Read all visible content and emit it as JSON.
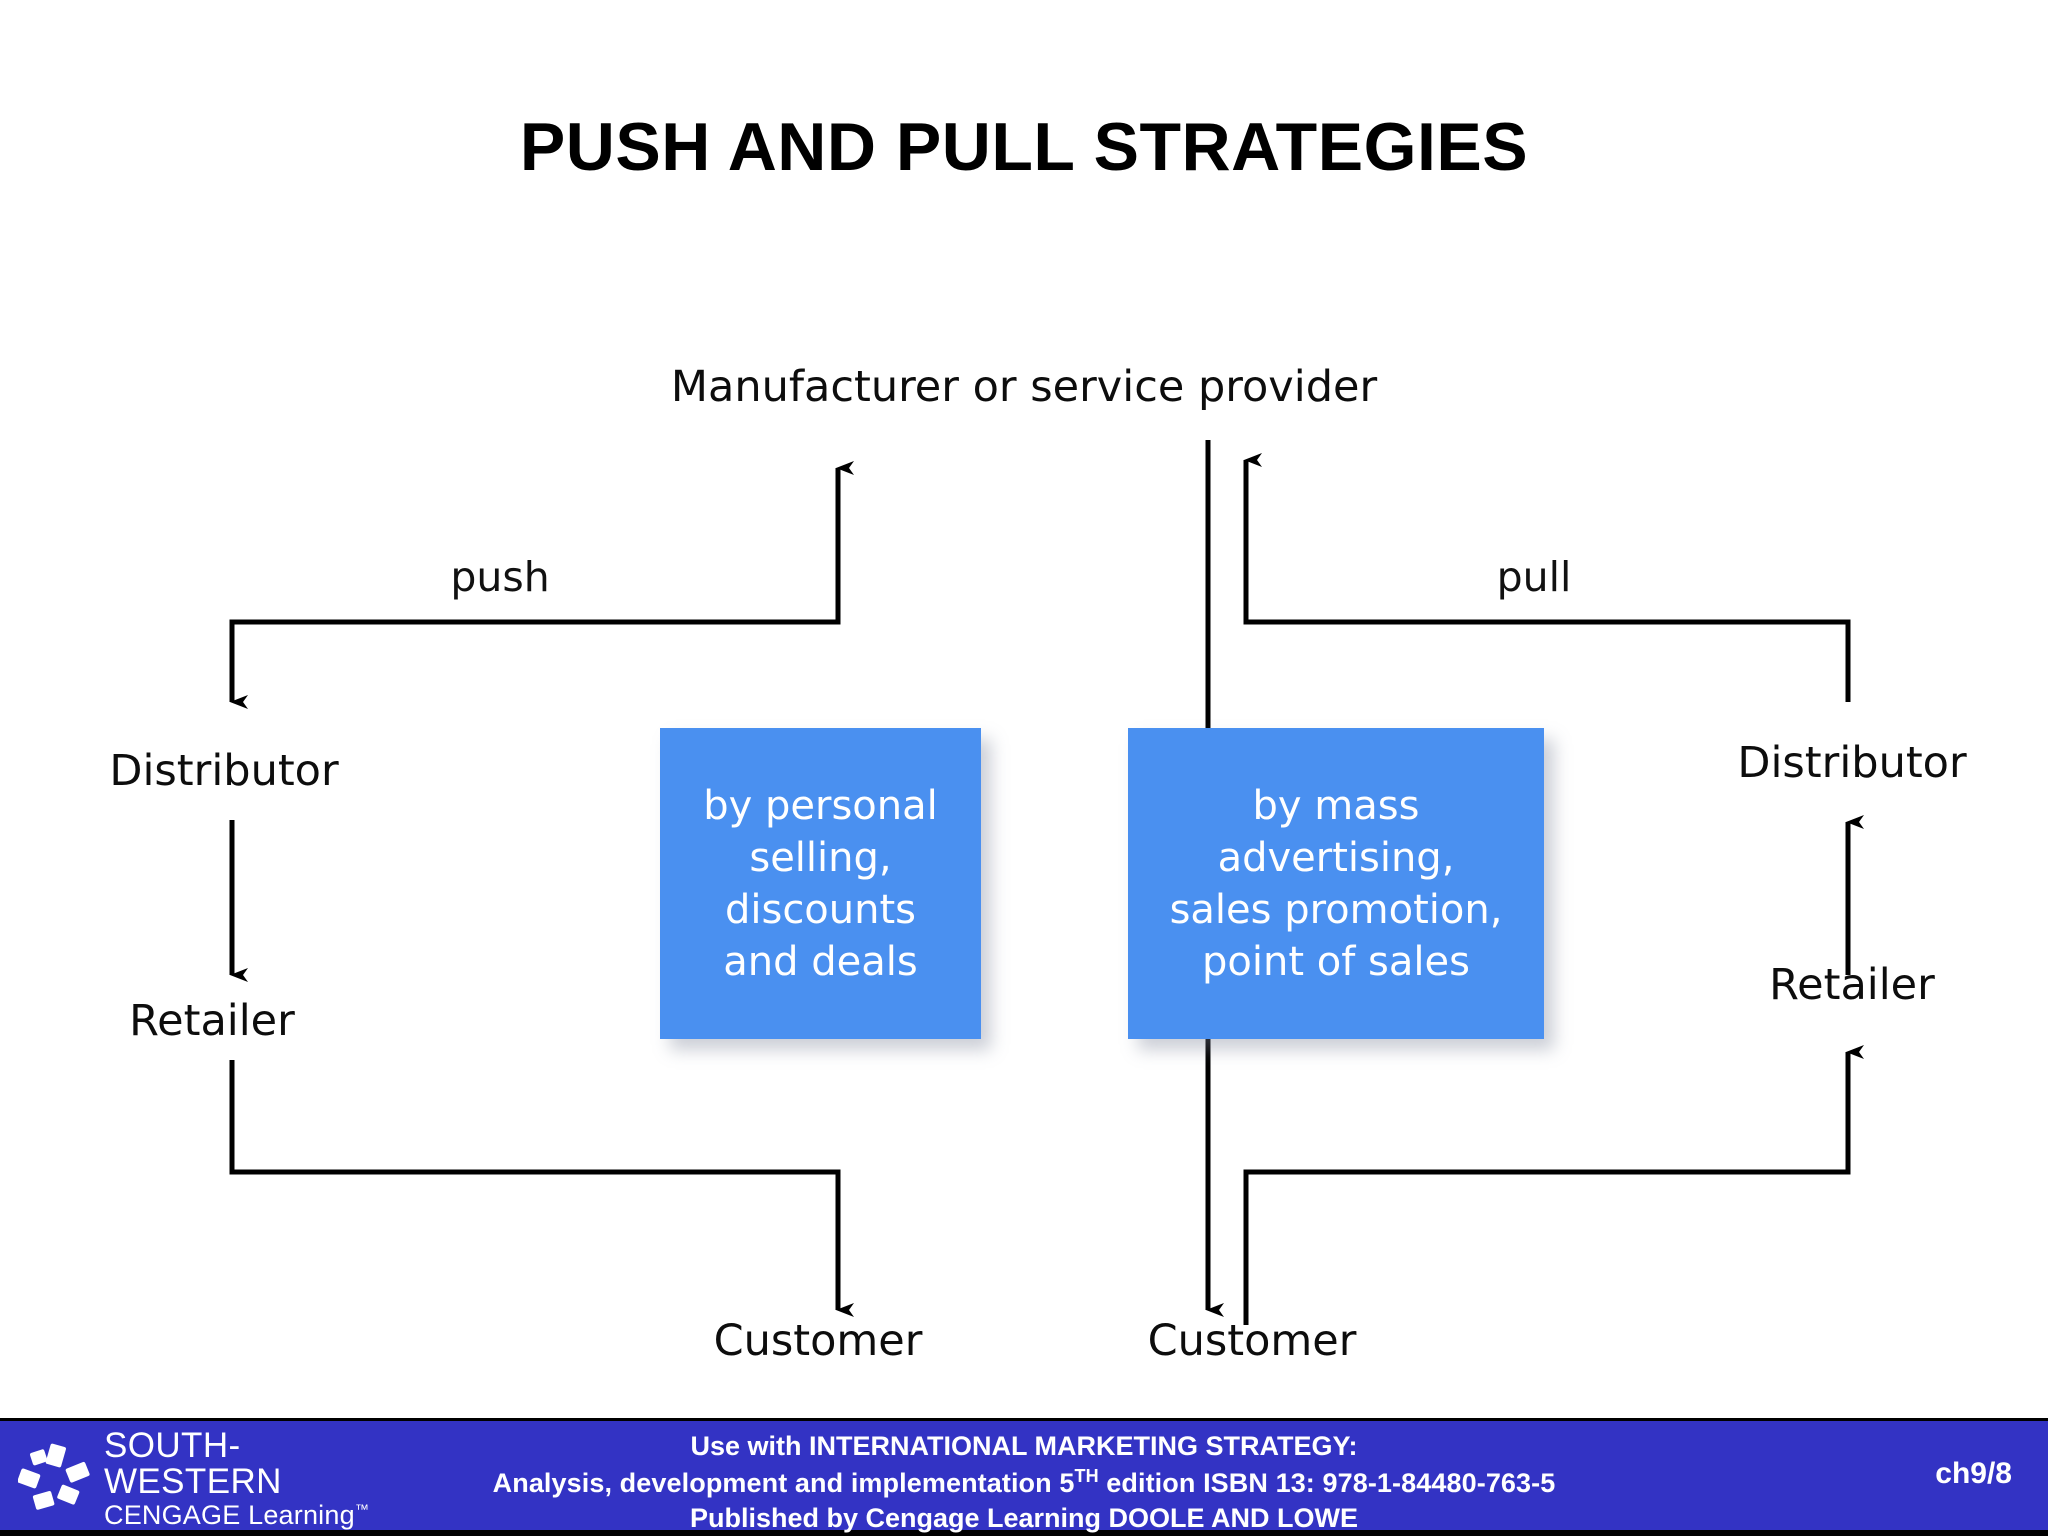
{
  "slide": {
    "title": "PUSH AND PULL STRATEGIES",
    "background": "#ffffff"
  },
  "diagram": {
    "top_node": "Manufacturer or service provider",
    "push": {
      "flow_label": "push",
      "nodes": [
        "Distributor",
        "Retailer",
        "Customer"
      ],
      "callout": "by personal selling, discounts and deals",
      "callout_lines": [
        "by personal",
        "selling,",
        "discounts",
        "and deals"
      ]
    },
    "pull": {
      "flow_label": "pull",
      "nodes": [
        "Distributor",
        "Retailer",
        "Customer"
      ],
      "callout": "by mass advertising, sales promotion, point of sales",
      "callout_lines": [
        "by mass",
        "advertising,",
        "sales promotion,",
        "point of sales"
      ]
    },
    "colors": {
      "callout_fill": "#4a90f0",
      "callout_text": "#ffffff",
      "line": "#000000",
      "text": "#0d0d0d"
    }
  },
  "footer": {
    "logo_brand": "SOUTH-WESTERN",
    "logo_sub": "CENGAGE Learning",
    "logo_tm": "™",
    "credit_line1": "Use with INTERNATIONAL MARKETING STRATEGY:",
    "credit_line2_a": "Analysis, development and implementation 5",
    "credit_line2_sup": "TH",
    "credit_line2_b": " edition   ISBN 13: 978-1-84480-763-5",
    "credit_line3": "Published by Cengage Learning   DOOLE AND LOWE",
    "chapter": "ch9/8",
    "bar_color": "#3333c4"
  }
}
